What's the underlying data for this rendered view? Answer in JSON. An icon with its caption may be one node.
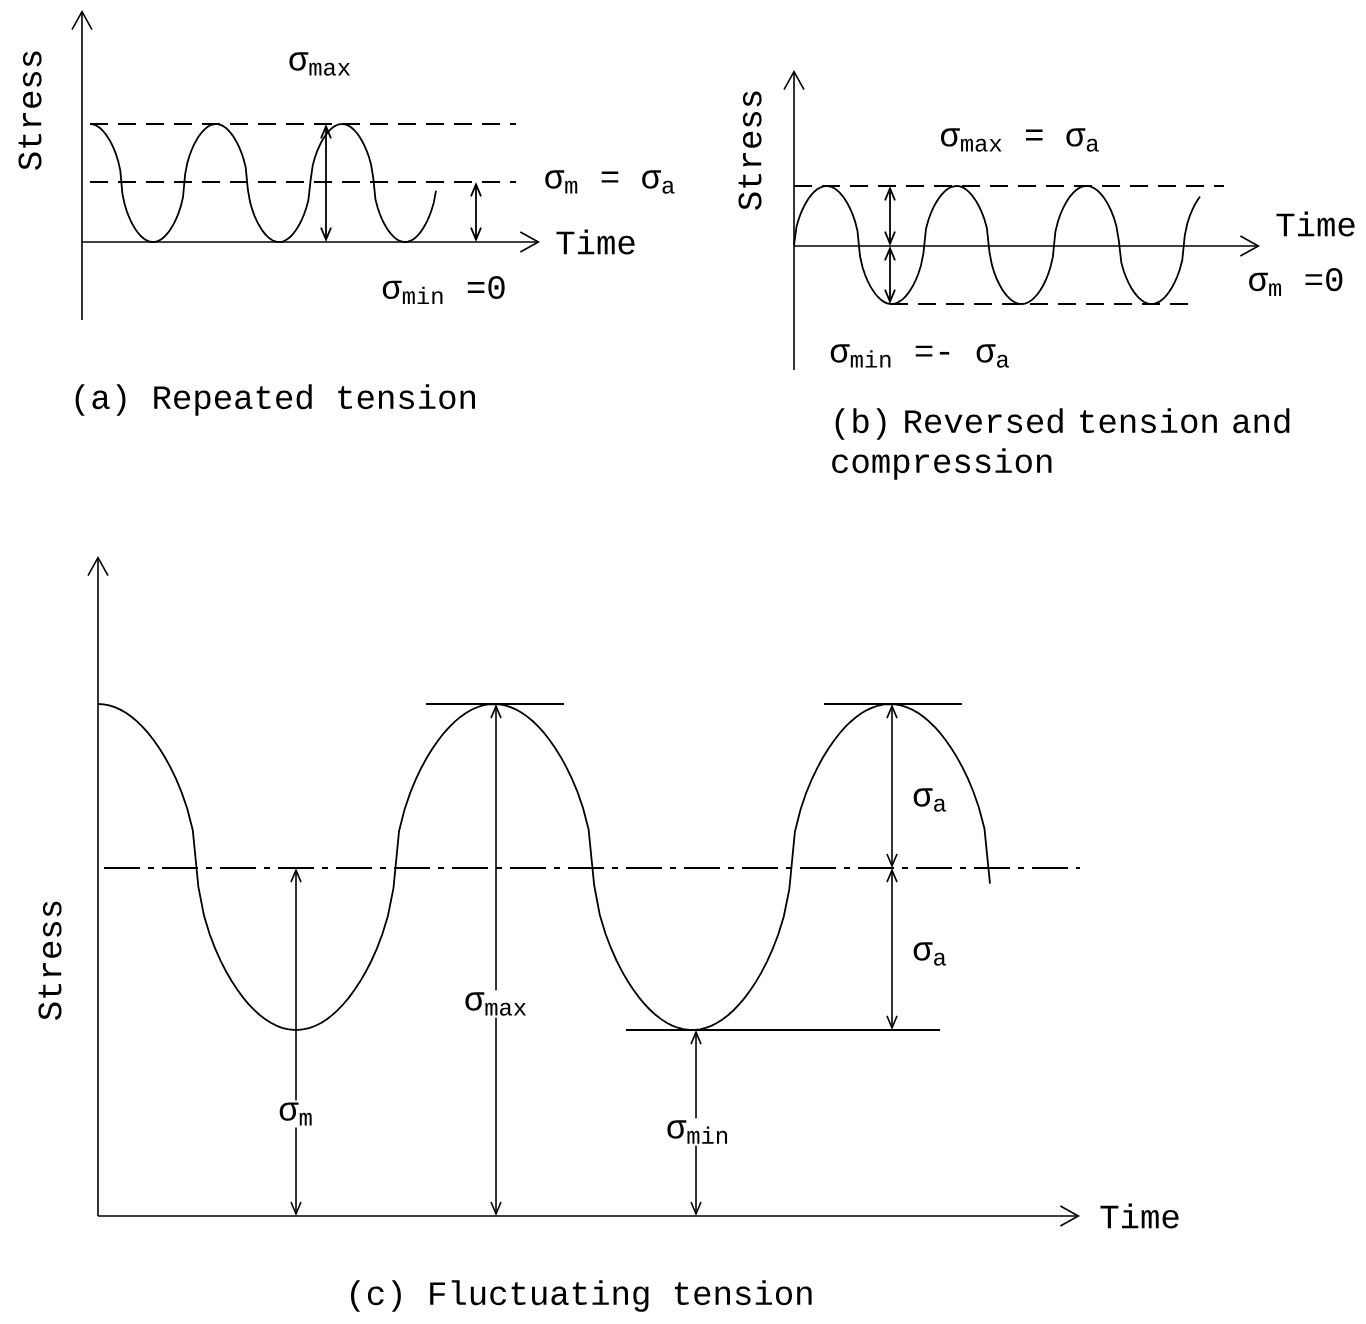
{
  "diagram": {
    "labels": [
      "Stress",
      "σ$_{max}$",
      "σ$_{m}$ = σ$_{a}$",
      "Time",
      "σ$_{min}$ =0",
      "(a) Repeated tension",
      "Stress",
      "σ$_{max}$ = σ$_{a}$",
      "Time",
      "σ$_{m}$ =0",
      "σ$_{min}$ =- σ$_{a}$",
      "(b) Reversed tension and compression",
      "Stress",
      "σ$_{a}$",
      "σ$_{a}$",
      "σ$_{max}$",
      "σ$_{m}$",
      "σ$_{min}$",
      "Time",
      "(c) Fluctuating tension"
    ]
  }
}
